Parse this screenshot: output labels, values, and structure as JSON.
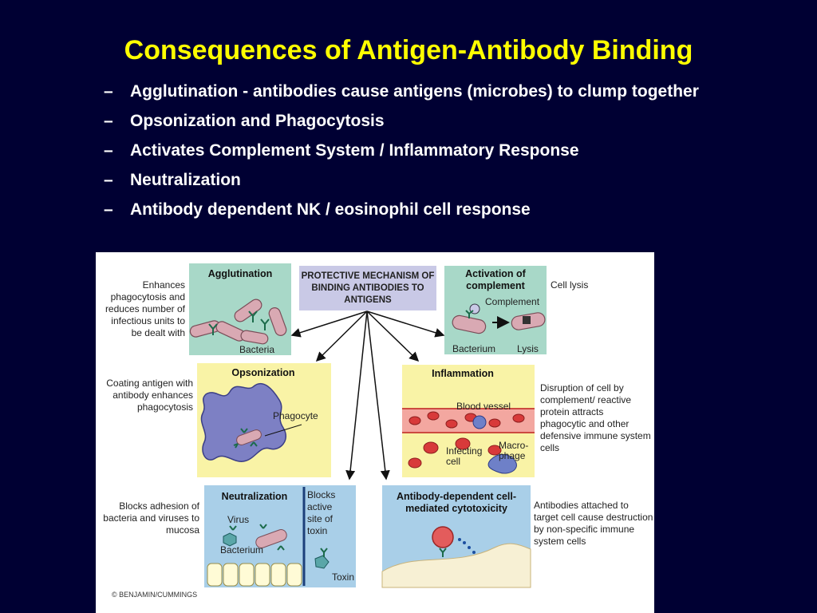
{
  "slide": {
    "title": "Consequences of Antigen-Antibody Binding",
    "bullets": [
      "Agglutination - antibodies cause antigens (microbes) to clump together",
      "Opsonization and Phagocytosis",
      "Activates Complement System / Inflammatory Response",
      "Neutralization",
      "Antibody dependent NK / eosinophil cell response"
    ],
    "bullet_marker": "–"
  },
  "figure": {
    "center_title": "PROTECTIVE MECHANISM OF BINDING ANTIBODIES TO ANTIGENS",
    "credit": "© BENJAMIN/CUMMINGS",
    "panels": {
      "agglutination": {
        "title": "Agglutination",
        "side_text": "Enhances phagocytosis and reduces number of infectious units to be dealt with",
        "labels": [
          "Bacteria"
        ]
      },
      "complement": {
        "title": "Activation of complement",
        "side_text": "Cell lysis",
        "labels": [
          "Complement",
          "Bacterium",
          "Lysis"
        ]
      },
      "opsonization": {
        "title": "Opsonization",
        "side_text": "Coating antigen with antibody enhances phagocytosis",
        "labels": [
          "Phagocyte"
        ]
      },
      "inflammation": {
        "title": "Inflammation",
        "side_text": "Disruption of cell by complement/ reactive protein attracts phagocytic and other defensive immune system cells",
        "labels": [
          "Blood vessel",
          "Infecting cell",
          "Macro- phage"
        ]
      },
      "neutralization": {
        "title": "Neutralization",
        "side_text": "Blocks adhesion of bacteria and viruses to mucosa",
        "labels": [
          "Virus",
          "Bacterium",
          "Blocks active site of toxin",
          "Toxin"
        ]
      },
      "adcc": {
        "title": "Antibody-dependent cell-mediated cytotoxicity",
        "side_text": "Antibodies attached to target cell cause destruction by non-specific immune system cells",
        "labels": []
      }
    },
    "colors": {
      "slide_background": "#000033",
      "title": "#ffff00",
      "bullets": "#ffffff",
      "center_box": "#c9c9e6",
      "agglutination_panel": "#a8d8c8",
      "complement_panel": "#a8d8c8",
      "opsonization_panel": "#f9f3a6",
      "inflammation_panel": "#f9f3a6",
      "neutralization_panel": "#a9cfe8",
      "adcc_panel": "#a9cfe8"
    }
  }
}
